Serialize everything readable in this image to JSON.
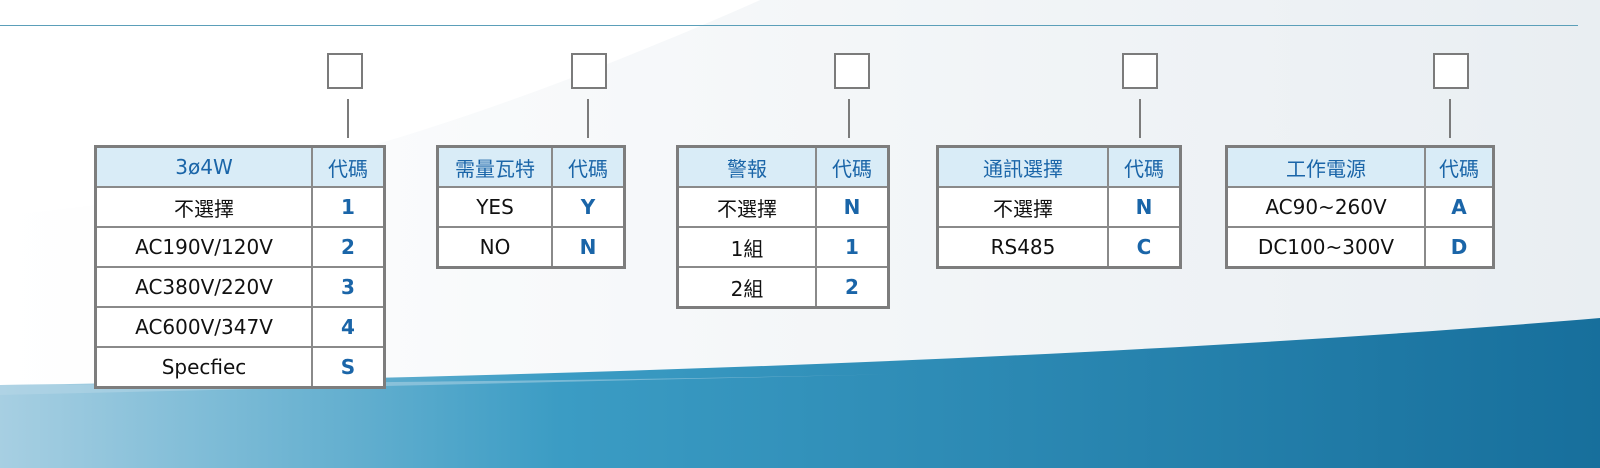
{
  "colors": {
    "header_bg": "#d9ecf7",
    "header_text": "#1a65a8",
    "code_text": "#1a65a8",
    "border": "#7d7d7d",
    "wave_dark": "#1a85b0",
    "wave_light": "#9ccbe0"
  },
  "tables": [
    {
      "header": {
        "label": "3ø4W",
        "code": "代碼"
      },
      "rows": [
        {
          "label": "不選擇",
          "code": "1"
        },
        {
          "label": "AC190V/120V",
          "code": "2"
        },
        {
          "label": "AC380V/220V",
          "code": "3"
        },
        {
          "label": "AC600V/347V",
          "code": "4"
        },
        {
          "label": "Specfiec",
          "code": "S"
        }
      ]
    },
    {
      "header": {
        "label": "需量瓦特",
        "code": "代碼"
      },
      "rows": [
        {
          "label": "YES",
          "code": "Y"
        },
        {
          "label": "NO",
          "code": "N"
        }
      ]
    },
    {
      "header": {
        "label": "警報",
        "code": "代碼"
      },
      "rows": [
        {
          "label": "不選擇",
          "code": "N"
        },
        {
          "label": "1組",
          "code": "1"
        },
        {
          "label": "2組",
          "code": "2"
        }
      ]
    },
    {
      "header": {
        "label": "通訊選擇",
        "code": "代碼"
      },
      "rows": [
        {
          "label": "不選擇",
          "code": "N"
        },
        {
          "label": "RS485",
          "code": "C"
        }
      ]
    },
    {
      "header": {
        "label": "工作電源",
        "code": "代碼"
      },
      "rows": [
        {
          "label": "AC90~260V",
          "code": "A"
        },
        {
          "label": "DC100~300V",
          "code": "D"
        }
      ]
    }
  ]
}
